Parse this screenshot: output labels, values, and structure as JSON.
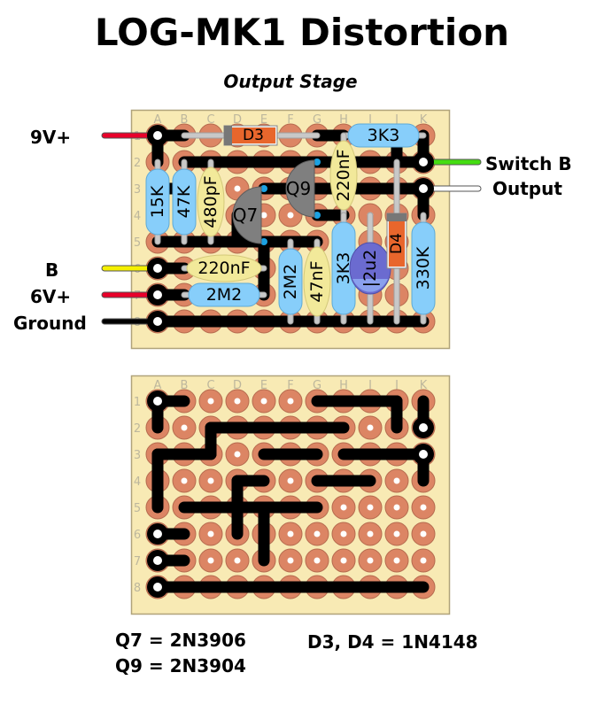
{
  "title": "LOG-MK1 Distortion",
  "subtitle": "Output Stage",
  "columns": [
    "A",
    "B",
    "C",
    "D",
    "E",
    "F",
    "G",
    "H",
    "I",
    "J",
    "K"
  ],
  "rows": [
    "1",
    "2",
    "3",
    "4",
    "5",
    "6",
    "7",
    "8"
  ],
  "colors": {
    "board": "#f8eab4",
    "board_border": "#b0a37a",
    "pad": "#dc8564",
    "pad_border": "#b56a4e",
    "trace": "#000000",
    "resistor": "#87cefa",
    "film_cap": "#f2e99a",
    "electrolytic": "#6b6bd0",
    "diode_body": "#e8662c",
    "transistor": "#7f7f7f",
    "lead": "#c8c8c8"
  },
  "wires": [
    {
      "label": "9V+",
      "color": "#e8002a",
      "side": "left",
      "row": "1"
    },
    {
      "label": "B",
      "color": "#f5f000",
      "side": "left",
      "row": "6"
    },
    {
      "label": "6V+",
      "color": "#e8002a",
      "side": "left",
      "row": "7"
    },
    {
      "label": "Ground",
      "color": "#000000",
      "side": "left",
      "row": "8"
    },
    {
      "label": "Switch B",
      "color": "#44dd11",
      "side": "right",
      "row": "2"
    },
    {
      "label": "Output",
      "color": "#ffffff",
      "side": "right",
      "row": "3"
    }
  ],
  "components": [
    {
      "ref": "D3",
      "type": "diode",
      "label": "D3",
      "from": "B1",
      "to": "G1"
    },
    {
      "ref": "R_3K3_top",
      "type": "resistor",
      "label": "3K3",
      "from": "H1",
      "to": "K1"
    },
    {
      "ref": "R_15K",
      "type": "resistor",
      "label": "15K",
      "from": "A2",
      "to": "A5"
    },
    {
      "ref": "R_47K",
      "type": "resistor",
      "label": "47K",
      "from": "B2",
      "to": "B5"
    },
    {
      "ref": "C_480pF",
      "type": "film_cap",
      "label": "480pF",
      "from": "C2",
      "to": "C5"
    },
    {
      "ref": "Q7",
      "type": "transistor",
      "label": "Q7",
      "pins": [
        "E3",
        "D4",
        "E5"
      ]
    },
    {
      "ref": "Q9",
      "type": "transistor",
      "label": "Q9",
      "pins": [
        "G2",
        "F3",
        "G4"
      ]
    },
    {
      "ref": "C_220nF_v",
      "type": "film_cap",
      "label": "220nF",
      "from": "H1",
      "to": "H4"
    },
    {
      "ref": "C_220nF_h",
      "type": "film_cap",
      "label": "220nF",
      "from": "B6",
      "to": "E6"
    },
    {
      "ref": "R_2M2_h",
      "type": "resistor",
      "label": "2M2",
      "from": "B7",
      "to": "E7"
    },
    {
      "ref": "R_2M2_v",
      "type": "resistor",
      "label": "2M2",
      "from": "F5",
      "to": "F8"
    },
    {
      "ref": "C_47nF",
      "type": "film_cap",
      "label": "47nF",
      "from": "G5",
      "to": "G8"
    },
    {
      "ref": "R_3K3_v",
      "type": "resistor",
      "label": "3K3",
      "from": "H4",
      "to": "H8"
    },
    {
      "ref": "C_2u2",
      "type": "electrolytic",
      "label": "2u2",
      "from": "I4",
      "to": "I8"
    },
    {
      "ref": "D4",
      "type": "diode",
      "label": "D4",
      "from": "J2",
      "to": "J8"
    },
    {
      "ref": "R_330K",
      "type": "resistor",
      "label": "330K",
      "from": "K4",
      "to": "K8"
    }
  ],
  "notes": [
    "Q7 = 2N3906",
    "Q9 = 2N3904",
    "D3, D4 = 1N4148"
  ]
}
